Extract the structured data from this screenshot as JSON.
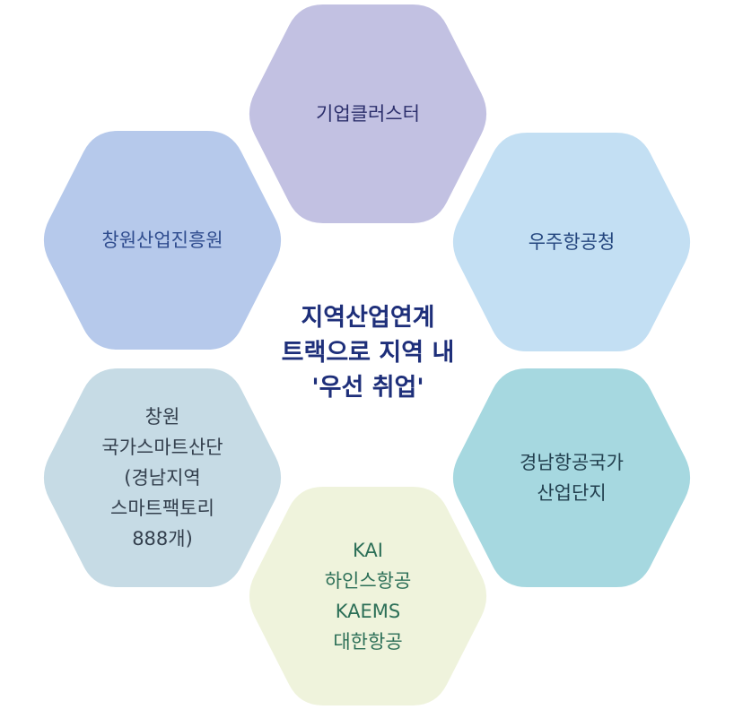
{
  "center": {
    "lines": [
      "지역산업연계",
      "트랙으로 지역 내",
      "'우선 취업'"
    ],
    "color": "#1e2f7a"
  },
  "nodes": [
    {
      "id": "cluster",
      "lines": [
        "기업클러스터"
      ],
      "fill": "#c2c1e2",
      "text_color": "#2c2f6c"
    },
    {
      "id": "space-agency",
      "lines": [
        "우주항공청"
      ],
      "fill": "#c3dff3",
      "text_color": "#24467e"
    },
    {
      "id": "aerospace-complex",
      "lines": [
        "경남항공국가",
        "산업단지"
      ],
      "fill": "#a6d8e0",
      "text_color": "#23404f"
    },
    {
      "id": "companies",
      "lines": [
        "KAI",
        "하인스항공",
        "KAEMS",
        "대한항공"
      ],
      "fill": "#eff3dc",
      "text_color": "#2c6f57"
    },
    {
      "id": "national-complex",
      "lines": [
        "창원",
        "국가스마트산단",
        "(경남지역",
        "스마트팩토리",
        "888개)"
      ],
      "fill": "#c6dbe5",
      "text_color": "#333f4d"
    },
    {
      "id": "promotion-agency",
      "lines": [
        "창원산업진흥원"
      ],
      "fill": "#b6c9eb",
      "text_color": "#2f4c8e"
    }
  ]
}
